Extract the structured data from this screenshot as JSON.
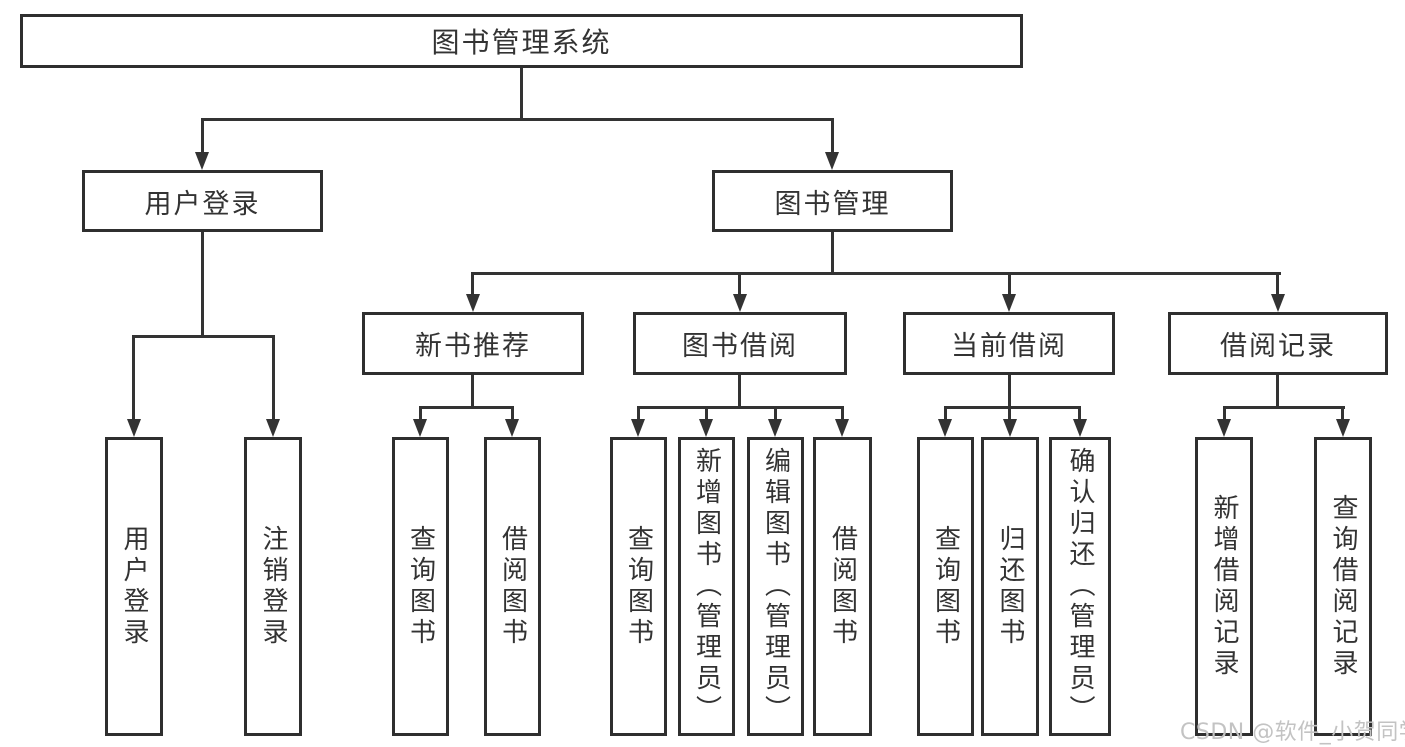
{
  "colors": {
    "line": "#333333",
    "box_border": "#2f2f2f",
    "text": "#333333",
    "background": "#ffffff",
    "watermark": "#c3c3c3"
  },
  "watermark": {
    "text": "CSDN @软件_小贺同学"
  },
  "diagram": {
    "type": "tree",
    "root": {
      "label": "图书管理系统"
    },
    "branches": [
      {
        "label": "用户登录",
        "children": [
          {
            "label": "用户登录"
          },
          {
            "label": "注销登录"
          }
        ]
      },
      {
        "label": "图书管理",
        "children": [
          {
            "label": "新书推荐",
            "children": [
              {
                "label": "查询图书"
              },
              {
                "label": "借阅图书"
              }
            ]
          },
          {
            "label": "图书借阅",
            "children": [
              {
                "label": "查询图书"
              },
              {
                "label": "新增图书（管理员）"
              },
              {
                "label": "编辑图书（管理员）"
              },
              {
                "label": "借阅图书"
              }
            ]
          },
          {
            "label": "当前借阅",
            "children": [
              {
                "label": "查询图书"
              },
              {
                "label": "归还图书"
              },
              {
                "label": "确认归还（管理员）"
              }
            ]
          },
          {
            "label": "借阅记录",
            "children": [
              {
                "label": "新增借阅记录"
              },
              {
                "label": "查询借阅记录"
              }
            ]
          }
        ]
      }
    ]
  }
}
